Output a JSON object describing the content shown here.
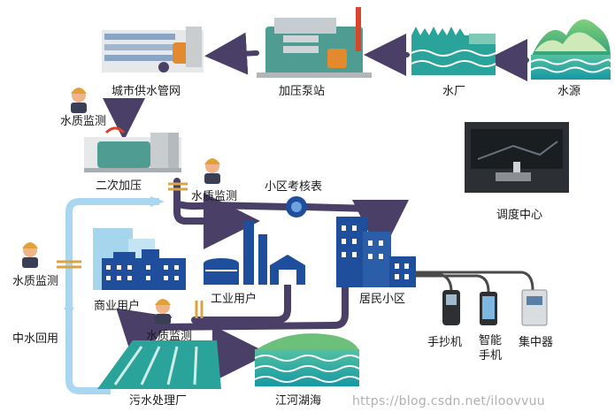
{
  "labels": {
    "water_source": "水源",
    "water_plant": "水厂",
    "pump_station": "加压泵站",
    "city_pipe_network": "城市供水管网",
    "quality_monitor_1": "水质监测",
    "secondary_pressurization": "二次加压",
    "quality_monitor_2": "水质监测",
    "district_meter": "小区考核表",
    "dispatch_center": "调度中心",
    "quality_monitor_left": "水质监测",
    "commercial_users": "商业用户",
    "industrial_users": "工业用户",
    "residential_area": "居民小区",
    "reclaimed_water_reuse": "中水回用",
    "quality_monitor_3": "水质监测",
    "handheld_reader": "手抄机",
    "smart_phone_line1": "智能",
    "smart_phone_line2": "手机",
    "concentrator": "集中器",
    "sewage_plant": "污水处理厂",
    "rivers_lakes_seas": "江河湖海"
  },
  "watermark": "https://blog.csdn.net/iloovvuu",
  "colors": {
    "pipe_main": "#4a3f66",
    "pipe_reuse": "#a9d6f0",
    "building_blue": "#1f4f9c",
    "building_light": "#8ec7e6",
    "water_green": "#3fae8e",
    "water_teal": "#1aa39a",
    "equipment": "#4f9c92"
  }
}
